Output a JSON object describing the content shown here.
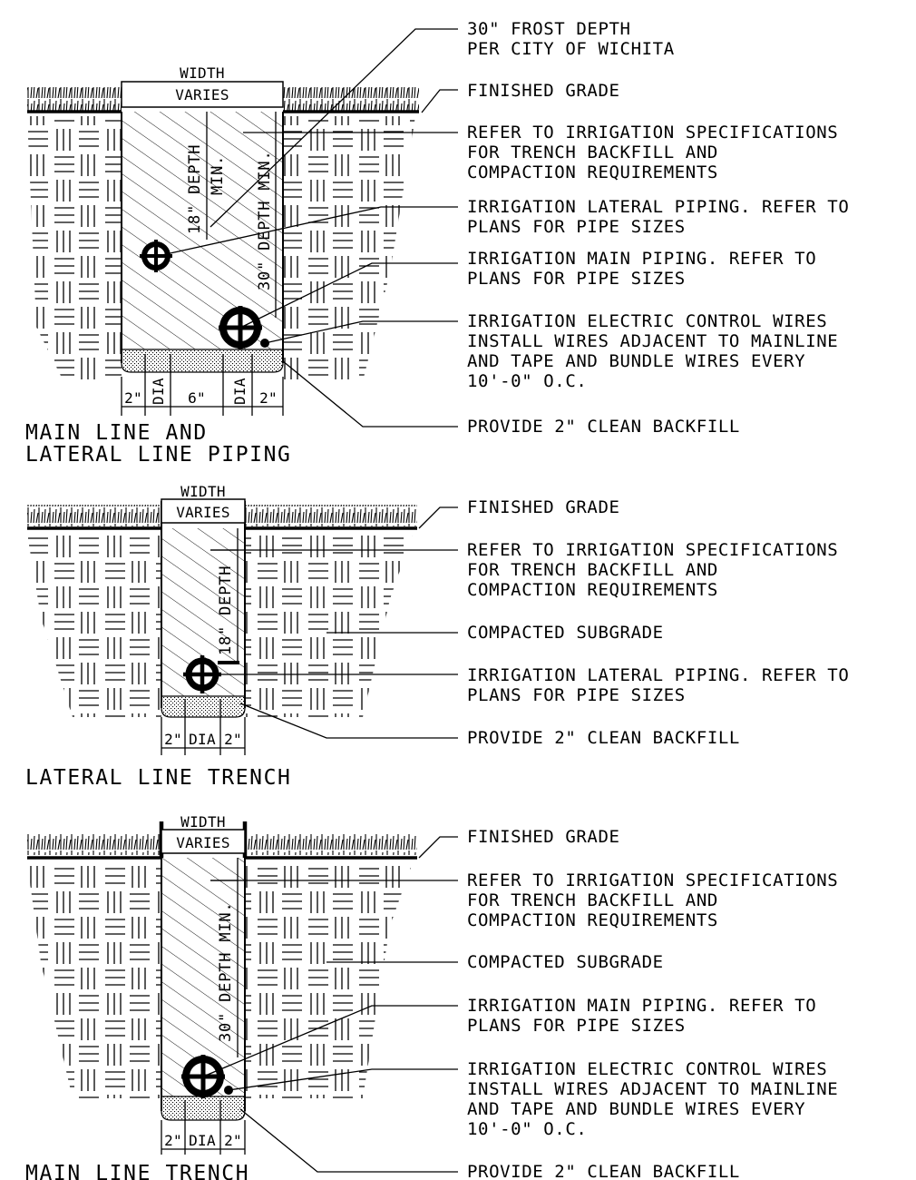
{
  "colors": {
    "ink": "#000000",
    "paper": "#ffffff"
  },
  "detail_1": {
    "title_line1": "MAIN LINE AND",
    "title_line2": "LATERAL LINE PIPING",
    "width_label_1": "WIDTH",
    "width_label_2": "VARIES",
    "depth_lateral_a": "18\" DEPTH",
    "depth_lateral_b": "MIN.",
    "depth_main": "30\" DEPTH MIN.",
    "bottom_dims": [
      "2\"",
      "DIA",
      "6\"",
      "DIA",
      "2\""
    ],
    "callouts": [
      [
        "30\" FROST DEPTH",
        "PER CITY OF WICHITA"
      ],
      [
        "FINISHED GRADE"
      ],
      [
        "REFER TO IRRIGATION SPECIFICATIONS",
        "FOR TRENCH BACKFILL AND",
        "COMPACTION REQUIREMENTS"
      ],
      [
        "IRRIGATION LATERAL PIPING.  REFER TO",
        "PLANS FOR PIPE SIZES"
      ],
      [
        "IRRIGATION MAIN PIPING.  REFER TO",
        "PLANS FOR PIPE SIZES"
      ],
      [
        "IRRIGATION ELECTRIC CONTROL WIRES",
        "INSTALL WIRES ADJACENT TO MAINLINE",
        "AND TAPE AND BUNDLE WIRES EVERY",
        "10'-0\" O.C."
      ],
      [
        "PROVIDE 2\" CLEAN BACKFILL"
      ]
    ]
  },
  "detail_2": {
    "title": "LATERAL LINE TRENCH",
    "width_label_1": "WIDTH",
    "width_label_2": "VARIES",
    "depth": "18\" DEPTH",
    "bottom_dims": [
      "2\"",
      "DIA",
      "2\""
    ],
    "callouts": [
      [
        "FINISHED GRADE"
      ],
      [
        "REFER TO IRRIGATION SPECIFICATIONS",
        "FOR TRENCH BACKFILL AND",
        "COMPACTION REQUIREMENTS"
      ],
      [
        "COMPACTED SUBGRADE"
      ],
      [
        "IRRIGATION LATERAL PIPING.  REFER TO",
        "PLANS FOR PIPE SIZES"
      ],
      [
        "PROVIDE 2\" CLEAN BACKFILL"
      ]
    ]
  },
  "detail_3": {
    "title": "MAIN LINE TRENCH",
    "width_label_1": "WIDTH",
    "width_label_2": "VARIES",
    "depth": "30\" DEPTH MIN.",
    "bottom_dims": [
      "2\"",
      "DIA",
      "2\""
    ],
    "callouts": [
      [
        "FINISHED GRADE"
      ],
      [
        "REFER TO IRRIGATION SPECIFICATIONS",
        "FOR TRENCH BACKFILL AND",
        "COMPACTION REQUIREMENTS"
      ],
      [
        "COMPACTED SUBGRADE"
      ],
      [
        "IRRIGATION MAIN PIPING.  REFER TO",
        "PLANS FOR PIPE SIZES"
      ],
      [
        "IRRIGATION ELECTRIC CONTROL WIRES",
        "INSTALL WIRES ADJACENT TO MAINLINE",
        "AND TAPE AND BUNDLE WIRES EVERY",
        "10'-0\" O.C."
      ],
      [
        "PROVIDE 2\" CLEAN BACKFILL"
      ]
    ]
  }
}
